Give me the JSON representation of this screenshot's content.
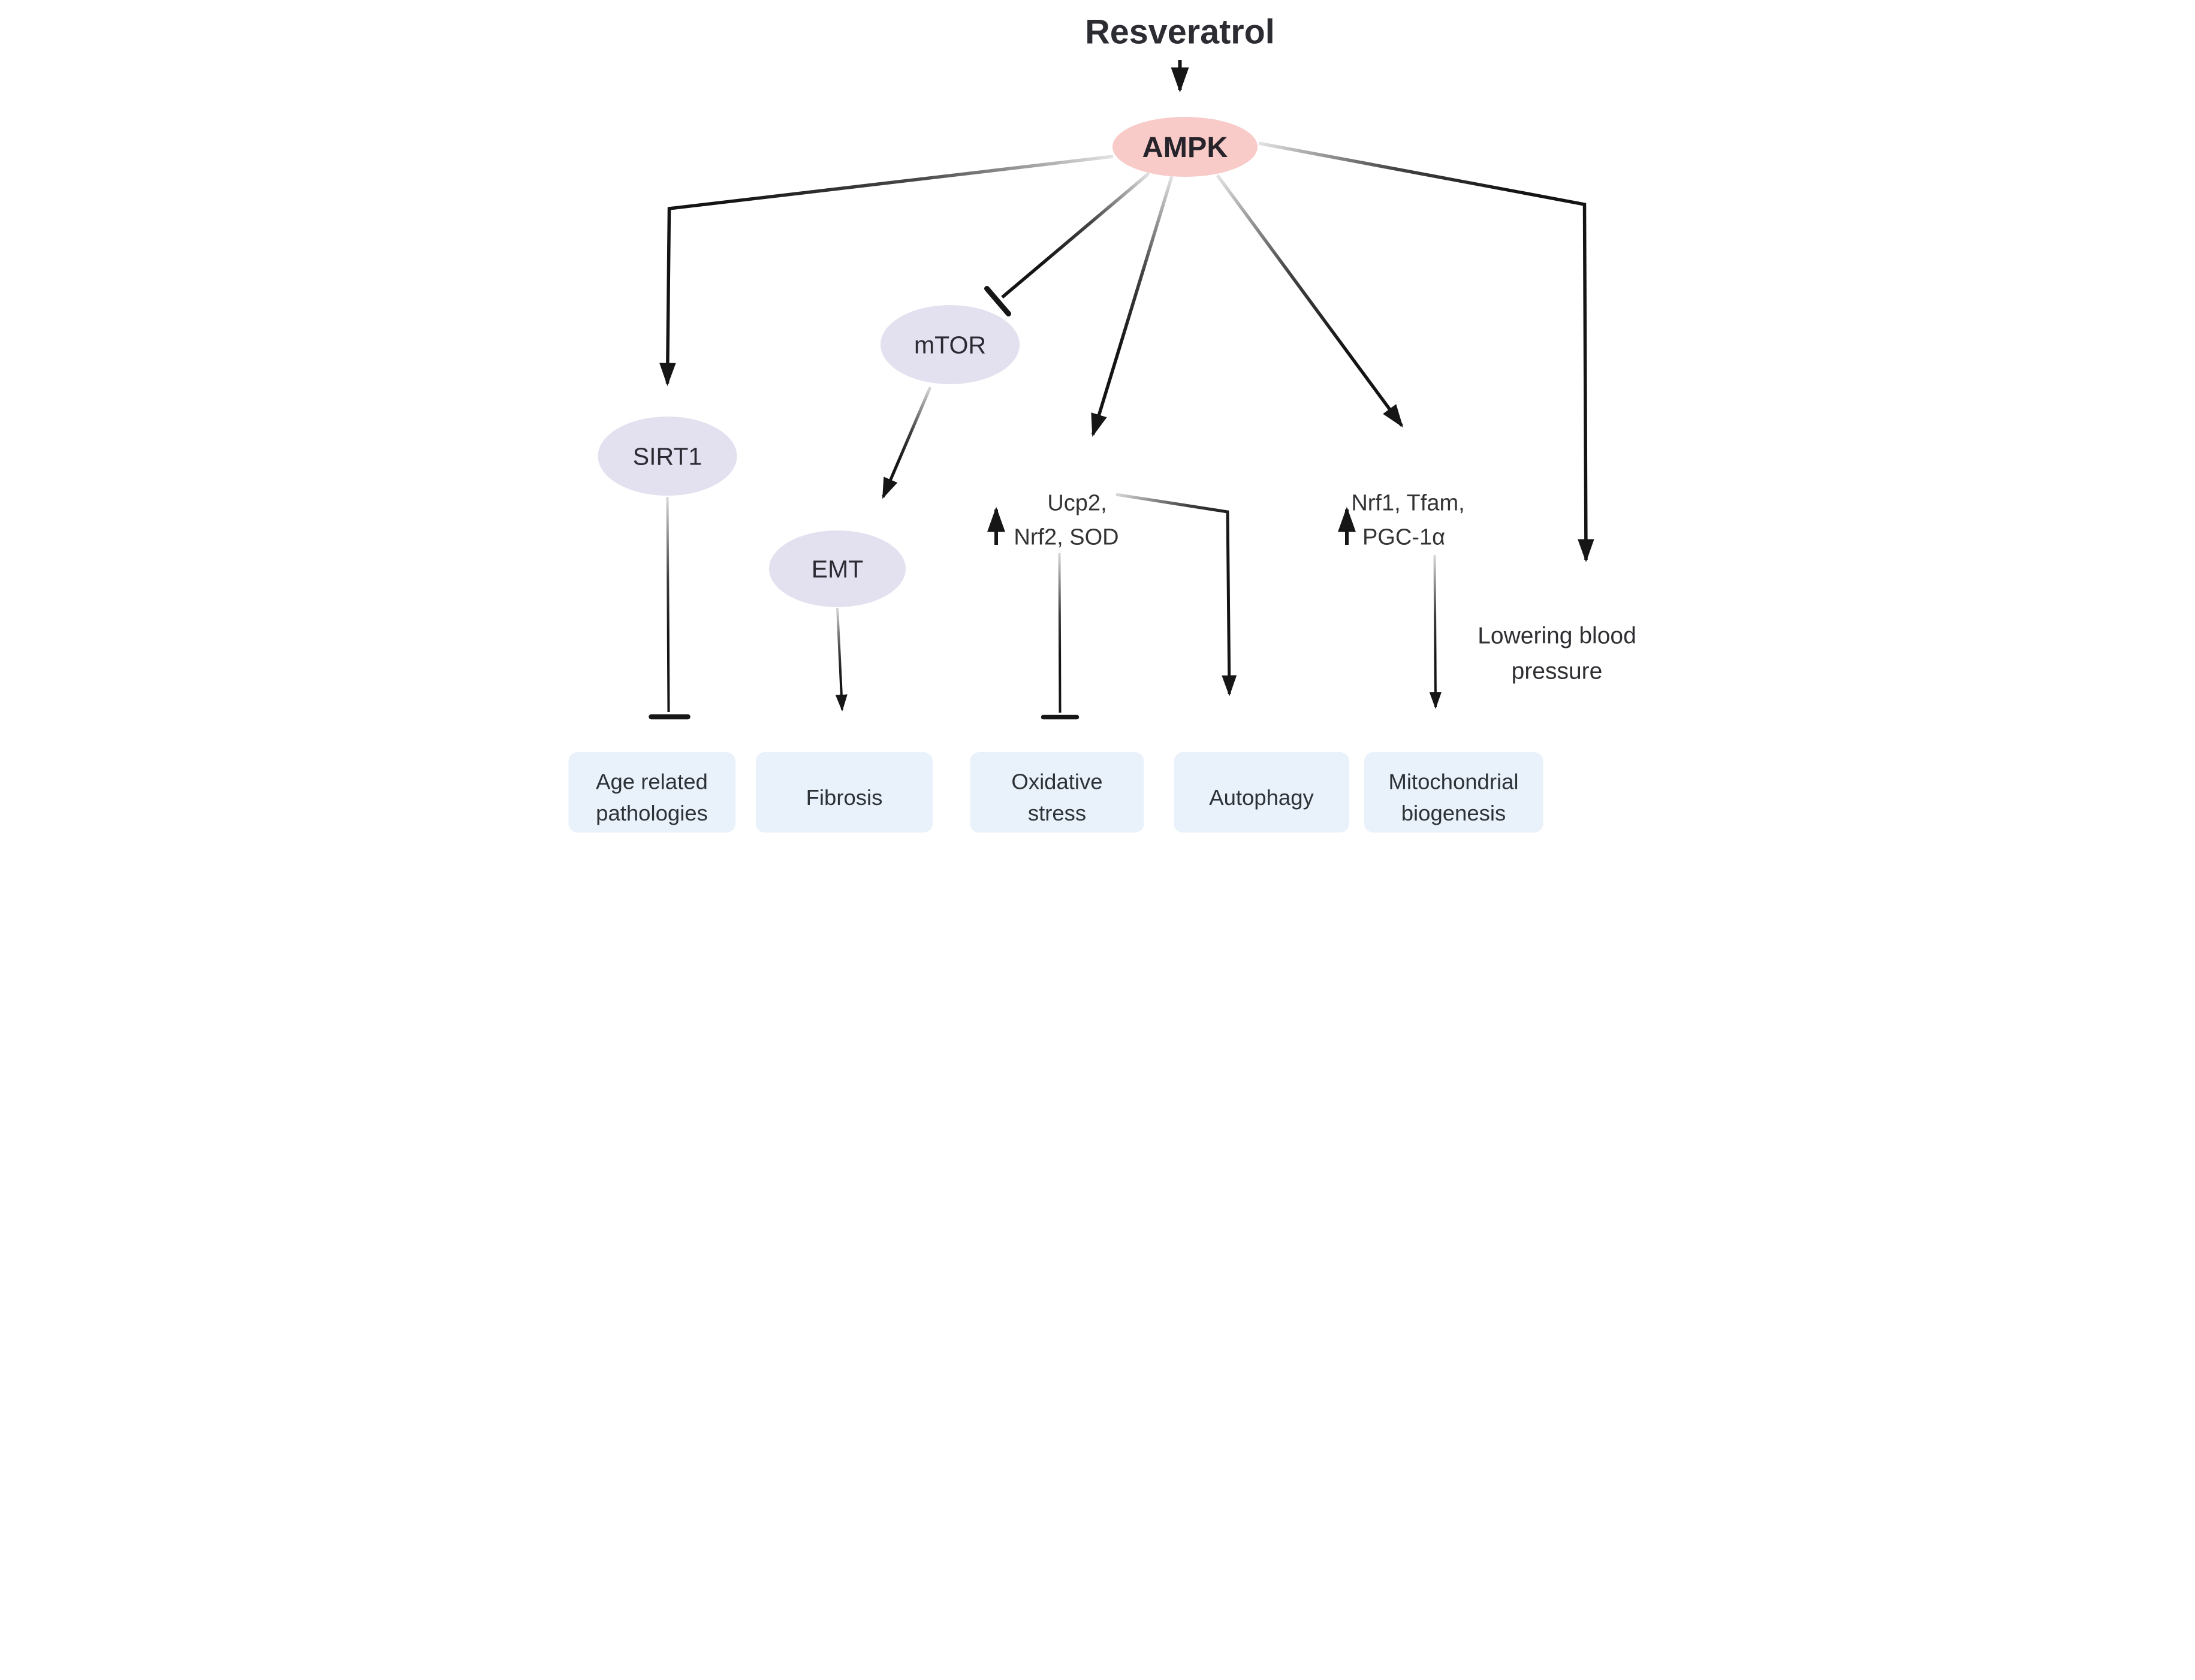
{
  "colors": {
    "resveratrol_green": "#29a437",
    "ampk_pink": "#f8cac8",
    "pathway_lavender": "#e3e0ef",
    "outcome_blue": "#e9f1fa",
    "arrow_dark": "#161616"
  },
  "nodes": {
    "resveratrol": {
      "label": "Resveratrol"
    },
    "ampk": {
      "label": "AMPK"
    },
    "sirt1": {
      "label": "SIRT1"
    },
    "mtor": {
      "label": "mTOR"
    },
    "emt": {
      "label": "EMT"
    },
    "ucp2_group": {
      "line1": "Ucp2,",
      "line2": "Nrf2, SOD",
      "icon": "up-arrow"
    },
    "nrf1_group": {
      "line1": "Nrf1, Tfam,",
      "line2": "PGC-1α",
      "icon": "up-arrow"
    },
    "lowering_bp": {
      "line1": "Lowering blood",
      "line2": "pressure"
    },
    "age_related": {
      "line1": "Age related",
      "line2": "pathologies"
    },
    "fibrosis": {
      "label": "Fibrosis"
    },
    "oxidative": {
      "line1": "Oxidative",
      "line2": "stress"
    },
    "autophagy": {
      "label": "Autophagy"
    },
    "mitochondrial": {
      "line1": "Mitochondrial",
      "line2": "biogenesis"
    }
  },
  "edges": [
    {
      "from": "Resveratrol",
      "to": "AMPK",
      "type": "activates"
    },
    {
      "from": "AMPK",
      "to": "SIRT1",
      "type": "activates"
    },
    {
      "from": "AMPK",
      "to": "mTOR",
      "type": "inhibits"
    },
    {
      "from": "AMPK",
      "to": "Ucp2, Nrf2, SOD",
      "type": "upregulates"
    },
    {
      "from": "AMPK",
      "to": "Nrf1, Tfam, PGC-1α",
      "type": "upregulates"
    },
    {
      "from": "AMPK",
      "to": "Lowering blood pressure",
      "type": "activates"
    },
    {
      "from": "SIRT1",
      "to": "Age related pathologies",
      "type": "inhibits"
    },
    {
      "from": "mTOR",
      "to": "EMT",
      "type": "activates"
    },
    {
      "from": "EMT",
      "to": "Fibrosis",
      "type": "activates"
    },
    {
      "from": "Ucp2, Nrf2, SOD",
      "to": "Oxidative stress",
      "type": "inhibits"
    },
    {
      "from": "Ucp2, Nrf2, SOD",
      "to": "Autophagy",
      "type": "activates"
    },
    {
      "from": "Nrf1, Tfam, PGC-1α",
      "to": "Mitochondrial biogenesis",
      "type": "activates"
    }
  ]
}
